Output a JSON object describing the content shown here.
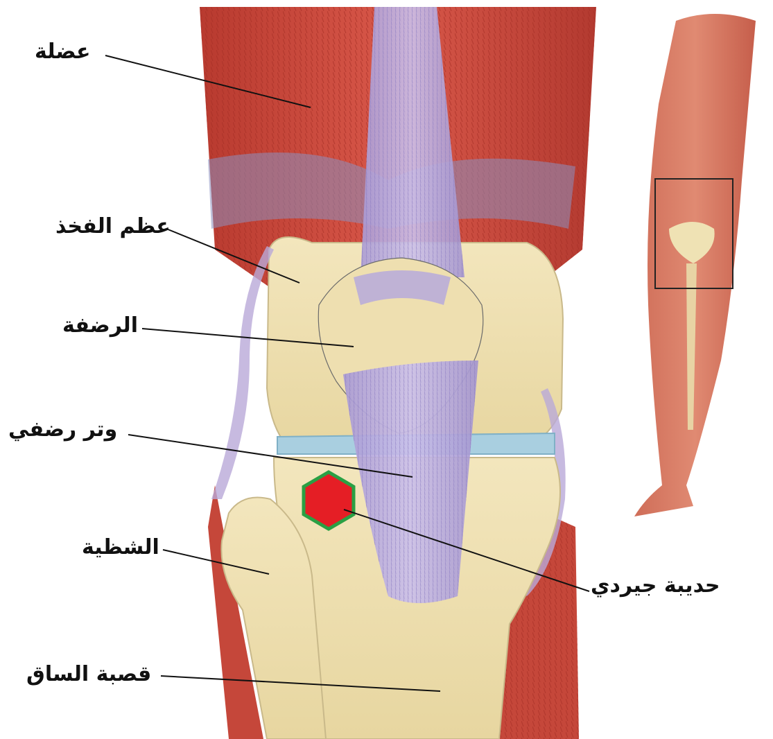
{
  "labels": {
    "muscle": "عضلة",
    "femur": "عظم الفخذ",
    "patella": "الرضفة",
    "patellar_tendon": "وتر رضفي",
    "fibula": "الشظية",
    "gerdy_tubercle": "حديبة جيردي",
    "tibia": "قصبة الساق"
  },
  "colors": {
    "muscle": "#c9463a",
    "bone": "#efe2b4",
    "tendon": "#b7a9dc",
    "meniscus": "#a9cfe0",
    "marker_fill": "#e51e25",
    "marker_stroke": "#2aa044",
    "leader_line": "#111111"
  },
  "icons": {
    "marker": "hexagon-marker-icon",
    "inset_frame": "inset-frame-icon"
  }
}
